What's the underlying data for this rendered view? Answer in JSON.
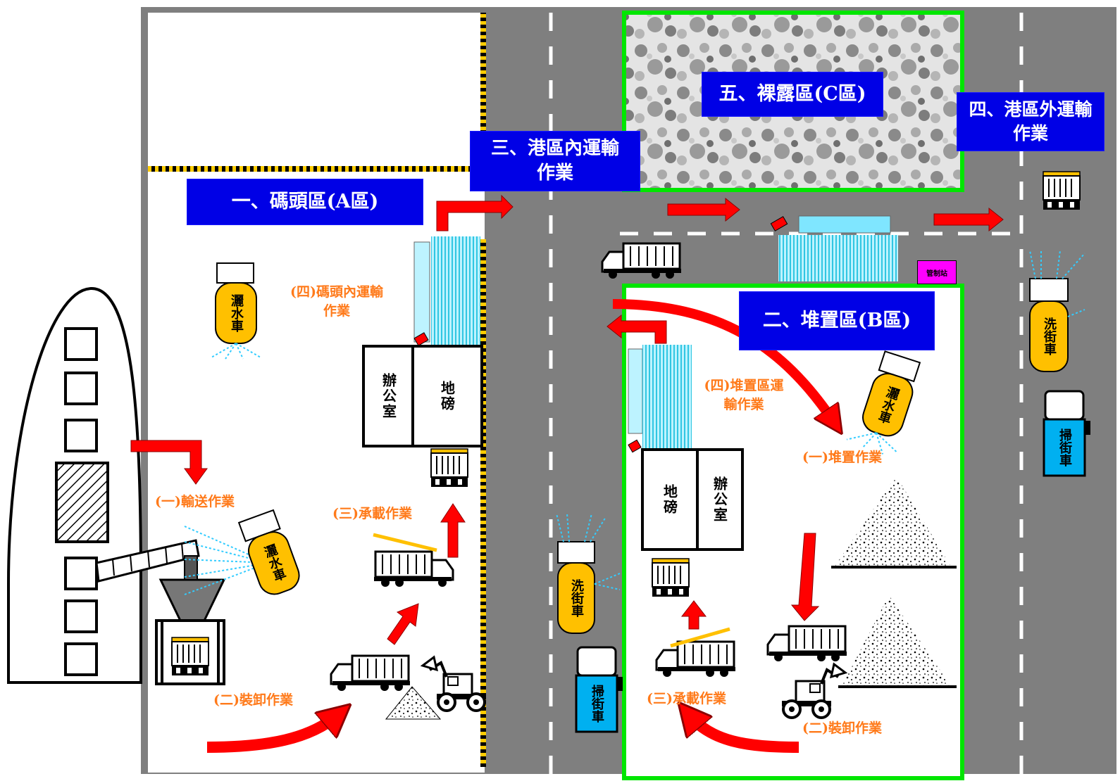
{
  "zones": {
    "wharf": "一、碼頭區(A區)",
    "stockpile": "二、堆置區(B區)",
    "in_port_transport": "三、港區內運輸作業",
    "out_port_transport": "四、港區外運輸作業",
    "exposed": "五、裸露區(C區)"
  },
  "operations": {
    "conveying": "(一)輸送作業",
    "loading_unloading_a": "(二)裝卸作業",
    "carrying_a": "(三)承載作業",
    "wharf_transport": "(四)碼頭內運輸作業",
    "stacking": "(一)堆置作業",
    "loading_unloading_b": "(二)裝卸作業",
    "carrying_b": "(三)承載作業",
    "stockpile_transport": "(四)堆置區運輸作業"
  },
  "buildings": {
    "office": "辦公室",
    "weighbridge": "地磅"
  },
  "vehicles": {
    "sprinkler_truck": "灑水車",
    "street_washer": "洗街車",
    "street_sweeper": "掃街車"
  },
  "control_station": "管制站",
  "colors": {
    "title_bg": "#0000e6",
    "label_orange": "#ff7a1a",
    "arrow_red": "#ff0000",
    "road_gray": "#7f7f7f",
    "fence_green": "#00e600",
    "vehicle_yellow": "#ffc000",
    "sweeper_blue": "#00b0f0",
    "wash_cyan": "#33ccff"
  }
}
